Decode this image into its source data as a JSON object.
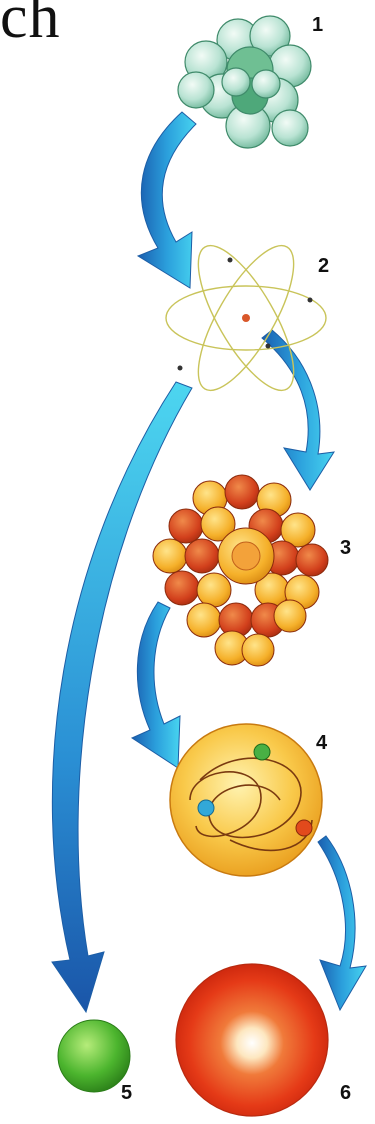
{
  "header_fragment": "ch",
  "labels": [
    "1",
    "2",
    "3",
    "4",
    "5",
    "6"
  ],
  "colors": {
    "arrow_blue": "#1f78c8",
    "arrow_cyan": "#3fd0ee",
    "nucleus_green": "#8fcfb6",
    "cluster_red": "#d8401c",
    "cluster_yellow": "#f6b12a",
    "sphere_yellow": "#f7c64a",
    "small_green": "#3bb12e",
    "big_red": "#e53a17"
  }
}
